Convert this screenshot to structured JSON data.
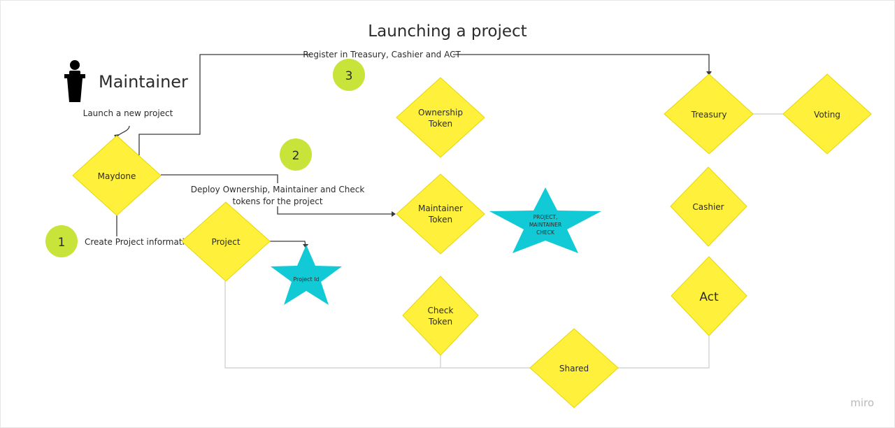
{
  "title": "Launching a project",
  "actor": {
    "label": "Maintainer",
    "icon": "speaker-podium-icon"
  },
  "labels": {
    "launch": "Launch a new project",
    "create_info": "Create Project information",
    "deploy_line1": "Deploy Ownership, Maintainer and Check",
    "deploy_line2": "tokens for the project",
    "register": "Register in Treasury, Cashier and ACT"
  },
  "steps": [
    "1",
    "2",
    "3"
  ],
  "nodes": {
    "maydone": "Maydone",
    "project": "Project",
    "ownership_token": [
      "Ownership",
      "Token"
    ],
    "maintainer_token": [
      "Maintainer",
      "Token"
    ],
    "check_token": [
      "Check",
      "Token"
    ],
    "treasury": "Treasury",
    "voting": "Voting",
    "cashier": "Cashier",
    "act": "Act",
    "shared": "Shared"
  },
  "stars": {
    "project_id": "Project Id",
    "project_maintainer_check": [
      "PROJECT,",
      "MAINTAINER",
      "CHECK"
    ]
  },
  "watermark": "miro",
  "colors": {
    "diamond": "#fff03b",
    "diamond_stroke": "#e6d600",
    "star": "#12c9d6",
    "step_circle": "#c8e33a",
    "connector": "#3a3a3a",
    "connector_light": "#cfcfcf"
  }
}
